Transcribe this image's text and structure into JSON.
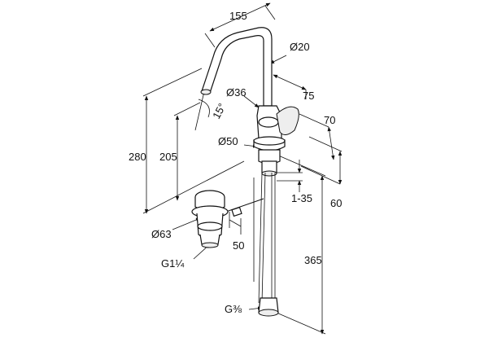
{
  "dimensions": {
    "d155": "155",
    "d20": "Ø20",
    "d75": "75",
    "d36": "Ø36",
    "d15": "15°",
    "d70": "70",
    "d50dia": "Ø50",
    "d280": "280",
    "d205": "205",
    "d135": "1-35",
    "d60": "60",
    "d63": "Ø63",
    "d50": "50",
    "g114": "G1¼",
    "d365": "365",
    "g38": "G⅜"
  }
}
